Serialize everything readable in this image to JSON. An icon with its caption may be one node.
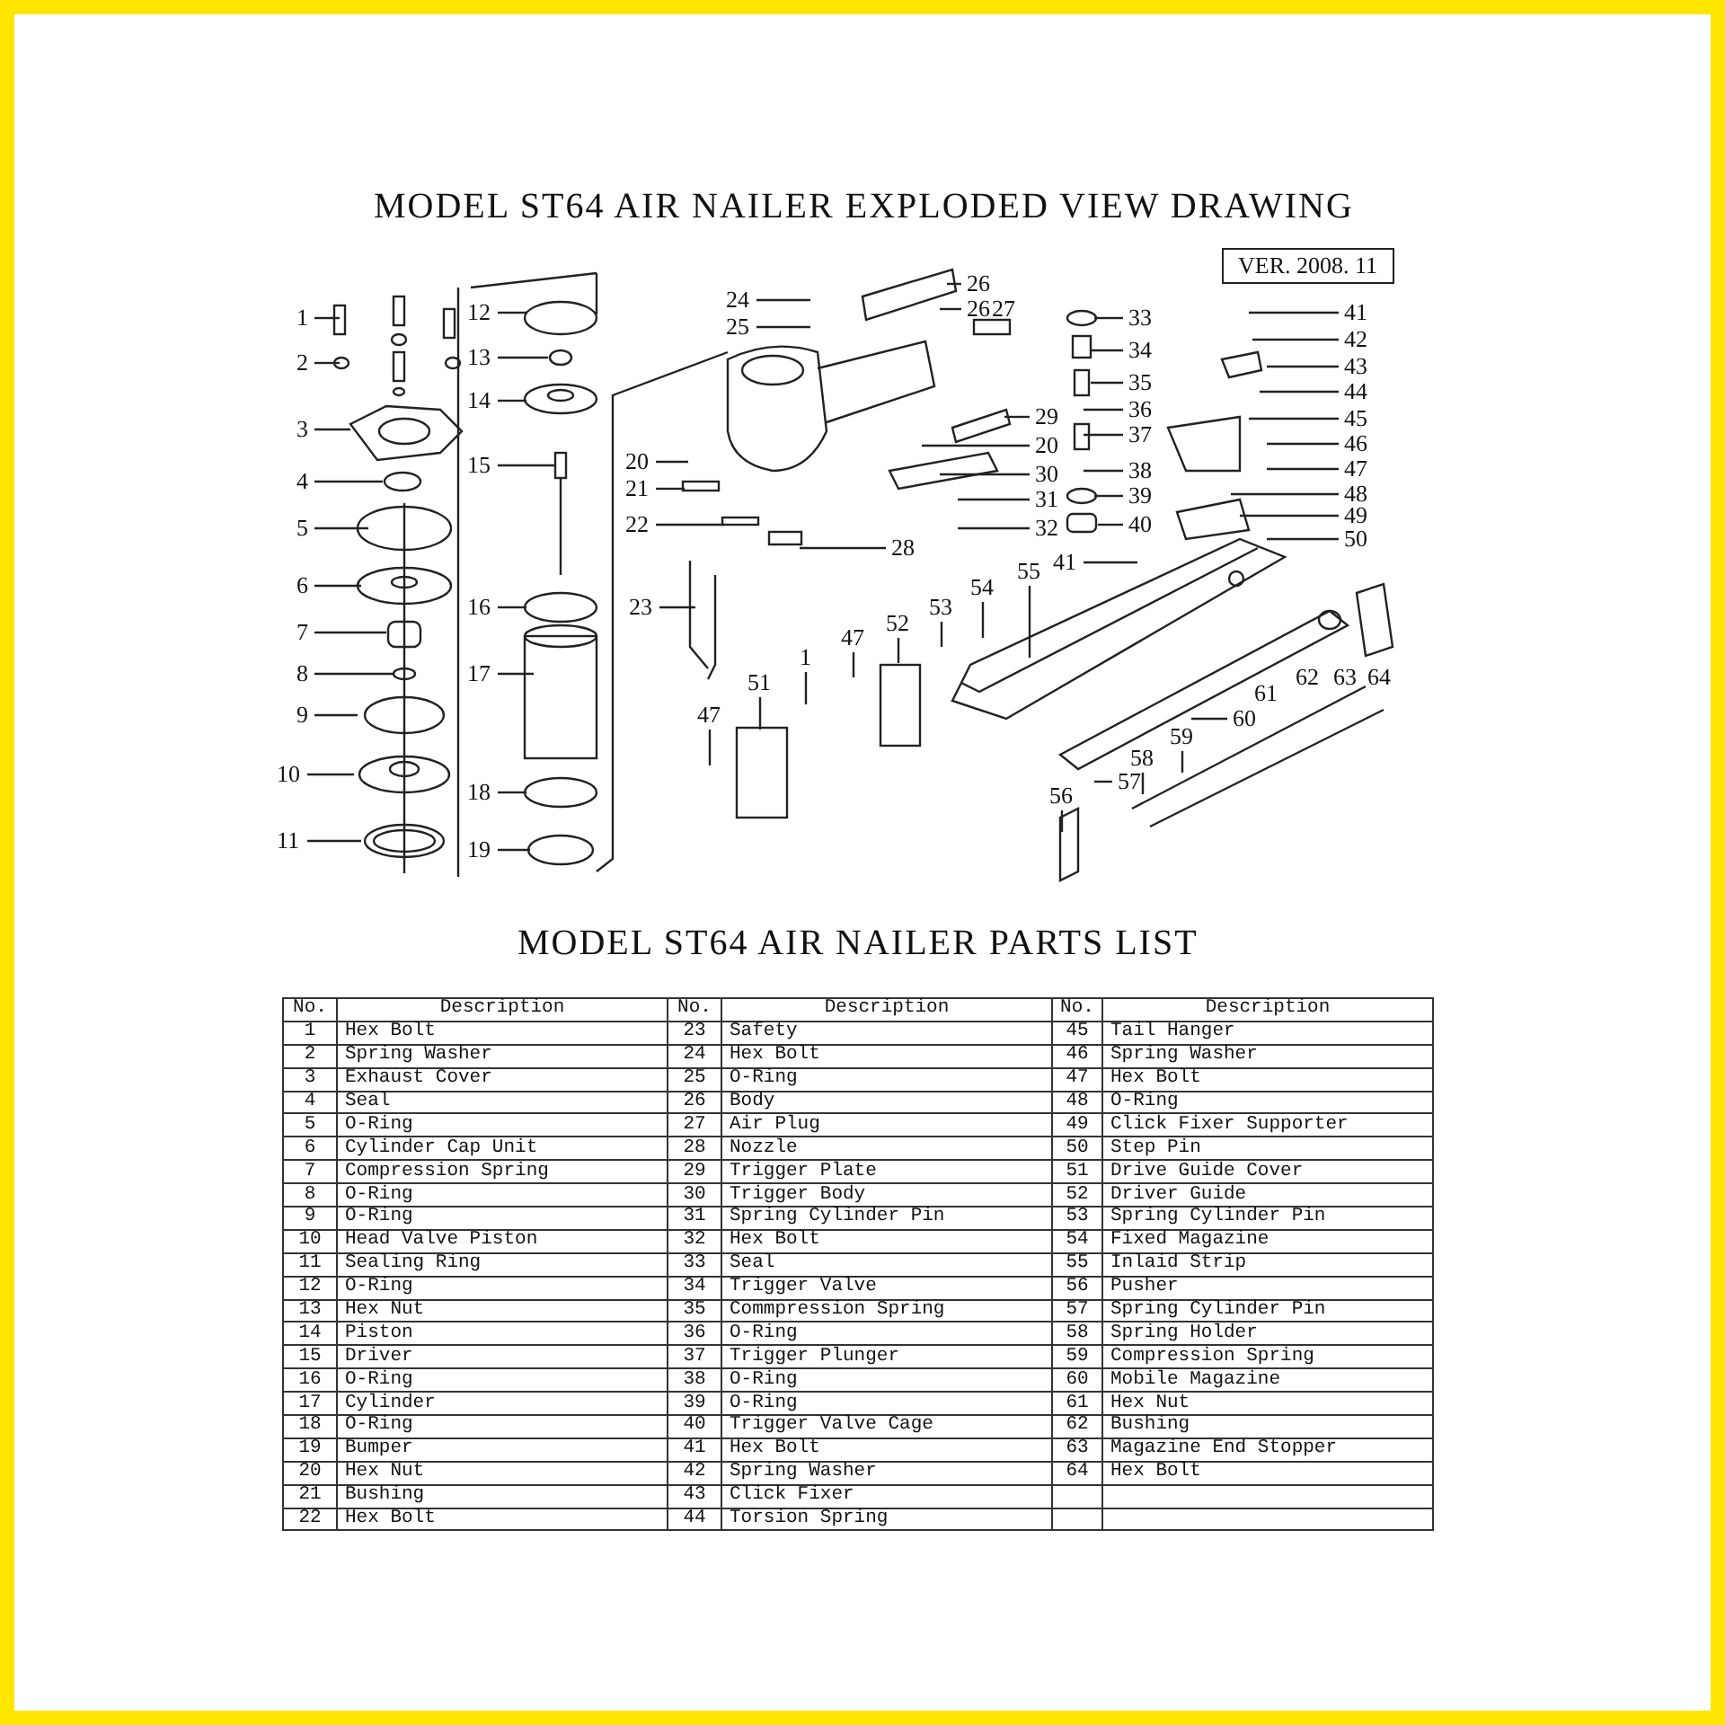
{
  "diagram": {
    "title": "MODEL ST64 AIR NAILER EXPLODED VIEW DRAWING",
    "labels": [
      "VER. 2008. 11",
      "1",
      "2",
      "3",
      "4",
      "5",
      "6",
      "7",
      "8",
      "9",
      "10",
      "11",
      "12",
      "13",
      "14",
      "15",
      "16",
      "17",
      "18",
      "19",
      "24",
      "25",
      "26",
      "26",
      "27",
      "20",
      "21",
      "22",
      "28",
      "29",
      "20",
      "30",
      "31",
      "32",
      "33",
      "34",
      "35",
      "36",
      "37",
      "38",
      "39",
      "40",
      "41",
      "42",
      "43",
      "44",
      "45",
      "46",
      "47",
      "48",
      "49",
      "50",
      "41",
      "23",
      "51",
      "1",
      "47",
      "52",
      "53",
      "54",
      "55",
      "47",
      "56",
      "57",
      "58",
      "59",
      "60",
      "61",
      "62",
      "63",
      "64",
      "MODEL ST64 AIR NAILER PARTS LIST",
      "No.",
      "Description",
      "No.",
      "Description",
      "No.",
      "Description",
      "1",
      "Hex Bolt",
      "23",
      "Safety",
      "45",
      "Tail Hanger",
      "2",
      "Spring Washer",
      "24",
      "Hex Bolt",
      "46",
      "Spring Washer",
      "3",
      "Exhaust Cover",
      "25",
      "O-Ring",
      "47",
      "Hex Bolt",
      "4",
      "Seal",
      "26",
      "Body",
      "48",
      "O-Ring",
      "5",
      "O-Ring",
      "27",
      "Air Plug",
      "49",
      "Click Fixer Supporter",
      "6",
      "Cylinder Cap Unit",
      "28",
      "Nozzle",
      "50",
      "Step Pin",
      "7",
      "Compression Spring",
      "29",
      "Trigger Plate",
      "51",
      "Drive Guide Cover",
      "8",
      "O-Ring",
      "30",
      "Trigger Body",
      "52",
      "Driver Guide",
      "9",
      "O-Ring",
      "31",
      "Spring Cylinder Pin",
      "53",
      "Spring Cylinder Pin",
      "10",
      "Head Valve Piston",
      "32",
      "Hex Bolt",
      "54",
      "Fixed Magazine",
      "11",
      "Sealing Ring",
      "33",
      "Seal",
      "55",
      "Inlaid Strip",
      "12",
      "O-Ring",
      "34",
      "Trigger Valve",
      "56",
      "Pusher",
      "13",
      "Hex Nut",
      "35",
      "Commpression Spring",
      "57",
      "Spring Cylinder Pin",
      "14",
      "Piston",
      "36",
      "O-Ring",
      "58",
      "Spring Holder",
      "15",
      "Driver",
      "37",
      "Trigger Plunger",
      "59",
      "Compression Spring",
      "16",
      "O-Ring",
      "38",
      "O-Ring",
      "60",
      "Mobile Magazine",
      "17",
      "Cylinder",
      "39",
      "O-Ring",
      "61",
      "Hex Nut",
      "18",
      "O-Ring",
      "40",
      "Trigger Valve Cage",
      "62",
      "Bushing",
      "19",
      "Bumper",
      "41",
      "Hex Bolt",
      "63",
      "Magazine End Stopper",
      "20",
      "Hex Nut",
      "42",
      "Spring Washer",
      "64",
      "Hex Bolt",
      "21",
      "Bushing",
      "43",
      "Click Fixer",
      "22",
      "Hex Bolt",
      "44",
      "Torsion Spring"
    ]
  }
}
